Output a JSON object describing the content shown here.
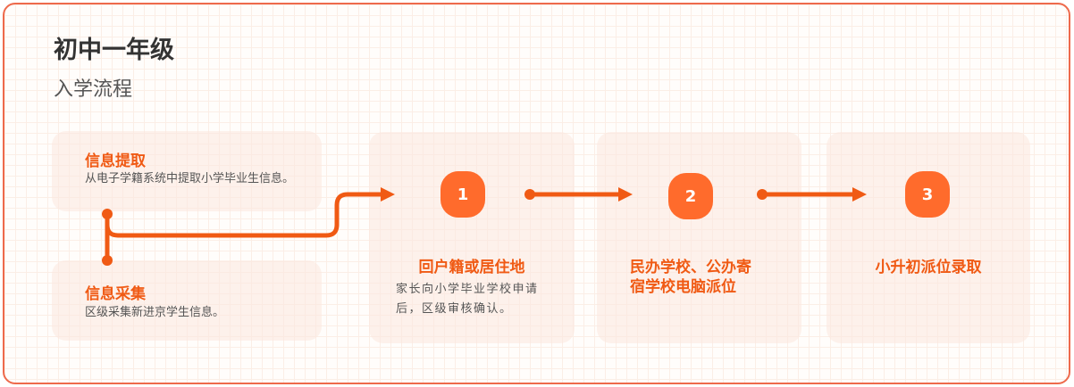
{
  "header": {
    "title": "初中一年级",
    "subtitle": "入学流程"
  },
  "info_cards": [
    {
      "title": "信息提取",
      "desc": "从电子学籍系统中提取小学毕业生信息。"
    },
    {
      "title": "信息采集",
      "desc": "区级采集新进京学生信息。"
    }
  ],
  "steps": [
    {
      "number": "1",
      "title_lines": [
        "回户籍或居住地"
      ],
      "desc_lines": [
        "家长向小学毕业学校申请",
        "后，区级审核确认。"
      ]
    },
    {
      "number": "2",
      "title_lines": [
        "民办学校、公办寄",
        "宿学校电脑派位"
      ]
    },
    {
      "number": "3",
      "title_lines": [
        "小升初派位录取"
      ]
    }
  ],
  "colors": {
    "accent": "#f05a14",
    "badge": "#ff6b2c",
    "border": "#ee6a4c"
  }
}
